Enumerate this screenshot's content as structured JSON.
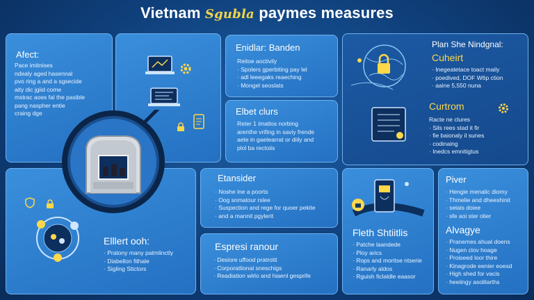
{
  "title": {
    "part1": "Vietnam",
    "part2": "Sgubla",
    "part3": "paymes measures"
  },
  "panels": {
    "affect": {
      "heading": "Afect:",
      "lines": [
        "Pace imitnises",
        "ndealy aged hasennal",
        "pvo ring a and a sgsecide",
        "aity dic jgiid come",
        "mstrac aoes fal the pasible",
        "pang naspher entie",
        "craing dge"
      ]
    },
    "enablers": {
      "heading": "Enidlar: Banden",
      "lines": [
        "Reitoe aoctivily",
        "· Spolers gperbiting  pay lel",
        "· adl leeegaks reaeching",
        "· Mongel seoslats"
      ]
    },
    "effect_plus": {
      "heading": "Elbet clurs",
      "lines": [
        "Reter 1 imatlos norbing",
        "arenthe vrifing in saviy frende",
        "aete in gaetearrat or diily and",
        "plol ba rectoiis"
      ]
    },
    "plan": {
      "heading": "Plan She Nindgnal:",
      "sub1": "Cuheirt",
      "sub1_lines": [
        "· Inegeatetace toact maily",
        "· poedived, DOF W6p ction",
        "· aaine 5,550 nuna"
      ],
      "sub2": "Curtrom",
      "sub2_lines": [
        "Racte ne clures",
        "· Sils rees stad it fir",
        "· fie baionaly il sunes",
        "· codinaing",
        "· Inedcs emnitigtus"
      ]
    },
    "extension": {
      "heading": "Etansider",
      "lines": [
        "· Noshe lne a poorts",
        "· Oog snmatour rslee",
        "· Suspection and rege for quoer pekite",
        "· and a mannit pgylerit"
      ]
    },
    "effect_ooh": {
      "heading": "Elllert ooh:",
      "lines": [
        "· Pratony many patmlinctly",
        "· Diabellon fithale",
        "· Sigling Stictors"
      ]
    },
    "espresi": {
      "heading": "Espresi ranour",
      "lines": [
        "· Desiore uffood pratrotit",
        "· Corporatlional sneschigs",
        "· Readiation wlrlo and hiaenl gesprife"
      ]
    },
    "fleth": {
      "heading": "Fleth Shtiitlis",
      "lines": [
        "· Patche laandede",
        "· Ploy arics",
        "· Rops and moritse ntserie",
        "· Ranarly aldos",
        "· Rguish ficlaldle eaasor"
      ]
    },
    "piver": {
      "heading": "Piver",
      "lines": [
        "· Hengie menalic diomy",
        "· Thmelie and dheeshinit",
        "· selais doiee",
        "· sfe aoi ster olier"
      ],
      "sub": "Alvagye",
      "sub_lines": [
        "· Pranemes ahual doens",
        "· Nugen clov hoage",
        "· Proiseed loor thire",
        "· Kinagrode eenier eoesd",
        "· High shed for vacis",
        "· heeiingy asolilarths"
      ]
    }
  },
  "colors": {
    "accent": "#ffd84a",
    "panel": "#2f84d6",
    "background": "#0f3f7a"
  }
}
